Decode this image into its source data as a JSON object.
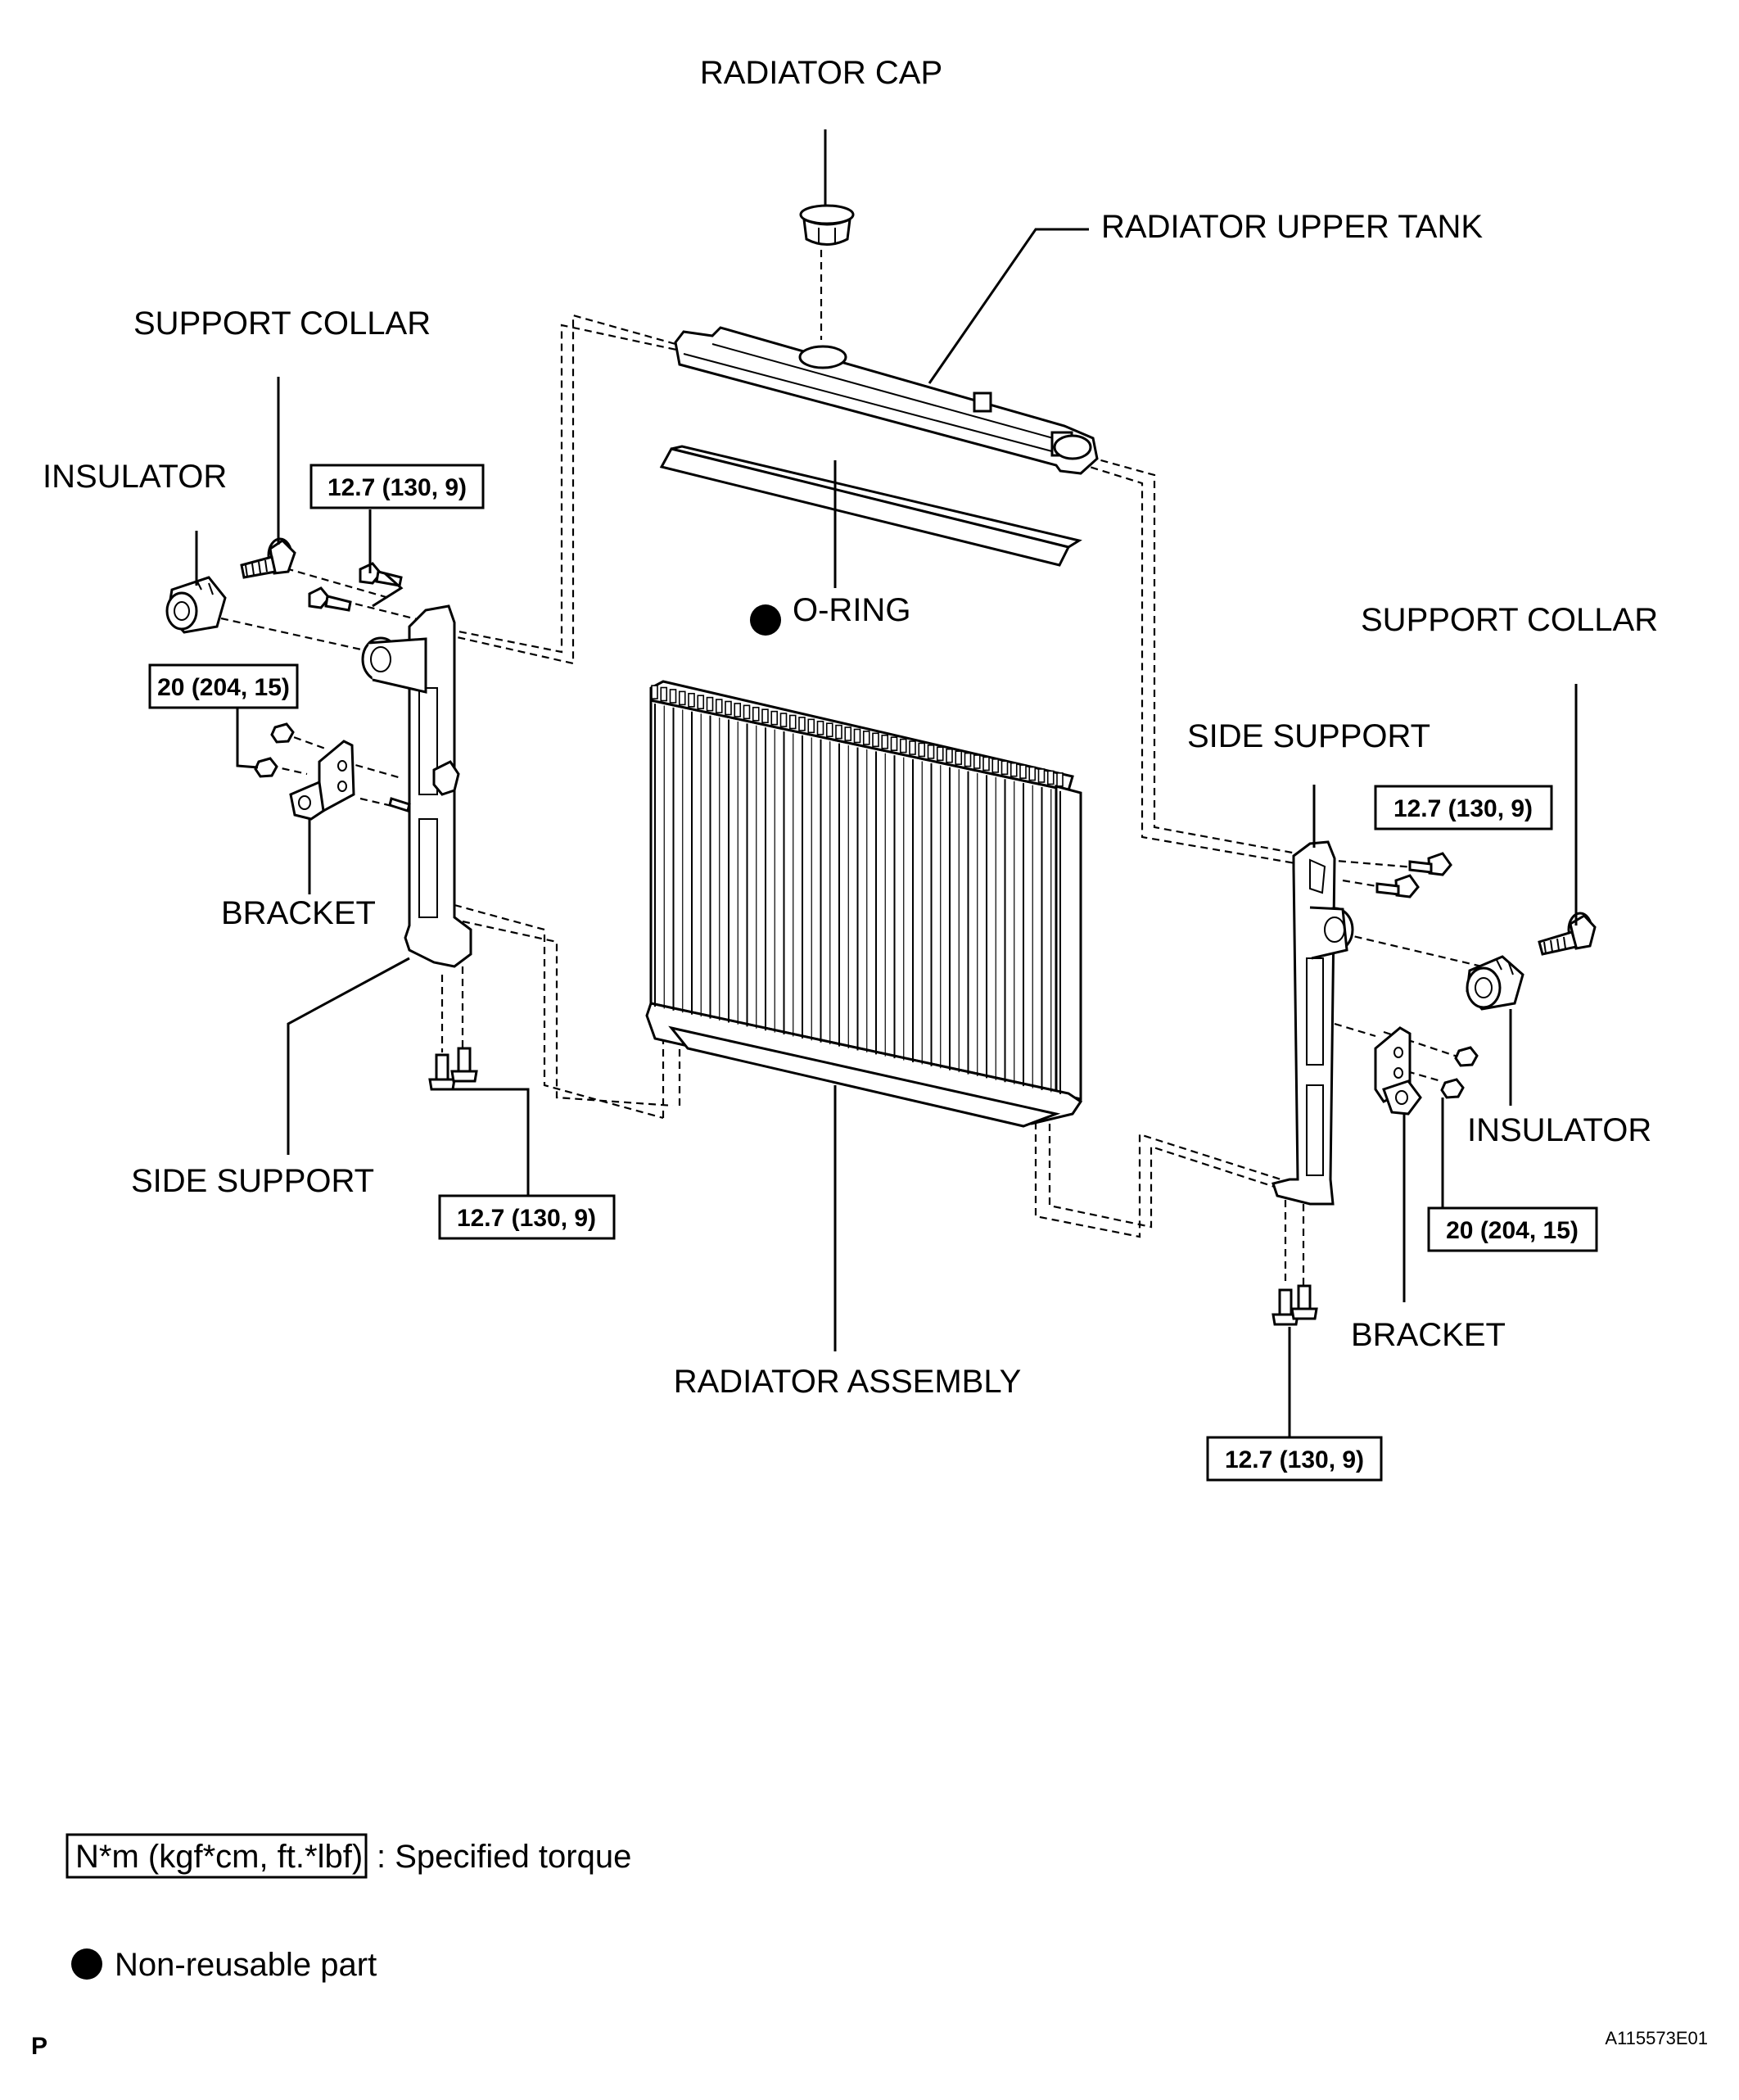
{
  "labels": {
    "radiator_cap": "RADIATOR CAP",
    "radiator_upper_tank": "RADIATOR UPPER TANK",
    "support_collar_left": "SUPPORT COLLAR",
    "insulator_left": "INSULATOR",
    "o_ring": "O-RING",
    "support_collar_right": "SUPPORT COLLAR",
    "side_support_right": "SIDE SUPPORT",
    "bracket_left": "BRACKET",
    "side_support_left": "SIDE SUPPORT",
    "insulator_right": "INSULATOR",
    "bracket_right": "BRACKET",
    "radiator_assembly": "RADIATOR ASSEMBLY"
  },
  "torque": {
    "upper_left_bolt": "12.7 (130, 9)",
    "left_bracket_nut": "20 (204, 15)",
    "right_upper_bolt": "12.7 (130, 9)",
    "left_lower_bolt": "12.7 (130, 9)",
    "right_bracket_nut": "20 (204, 15)",
    "right_lower_bolt": "12.7 (130, 9)"
  },
  "legend": {
    "torque_unit": "N*m (kgf*cm, ft.*lbf)",
    "torque_desc": ": Specified torque",
    "non_reusable": "Non-reusable part"
  },
  "footer": {
    "left_code": "P",
    "figure_id": "A115573E01"
  }
}
